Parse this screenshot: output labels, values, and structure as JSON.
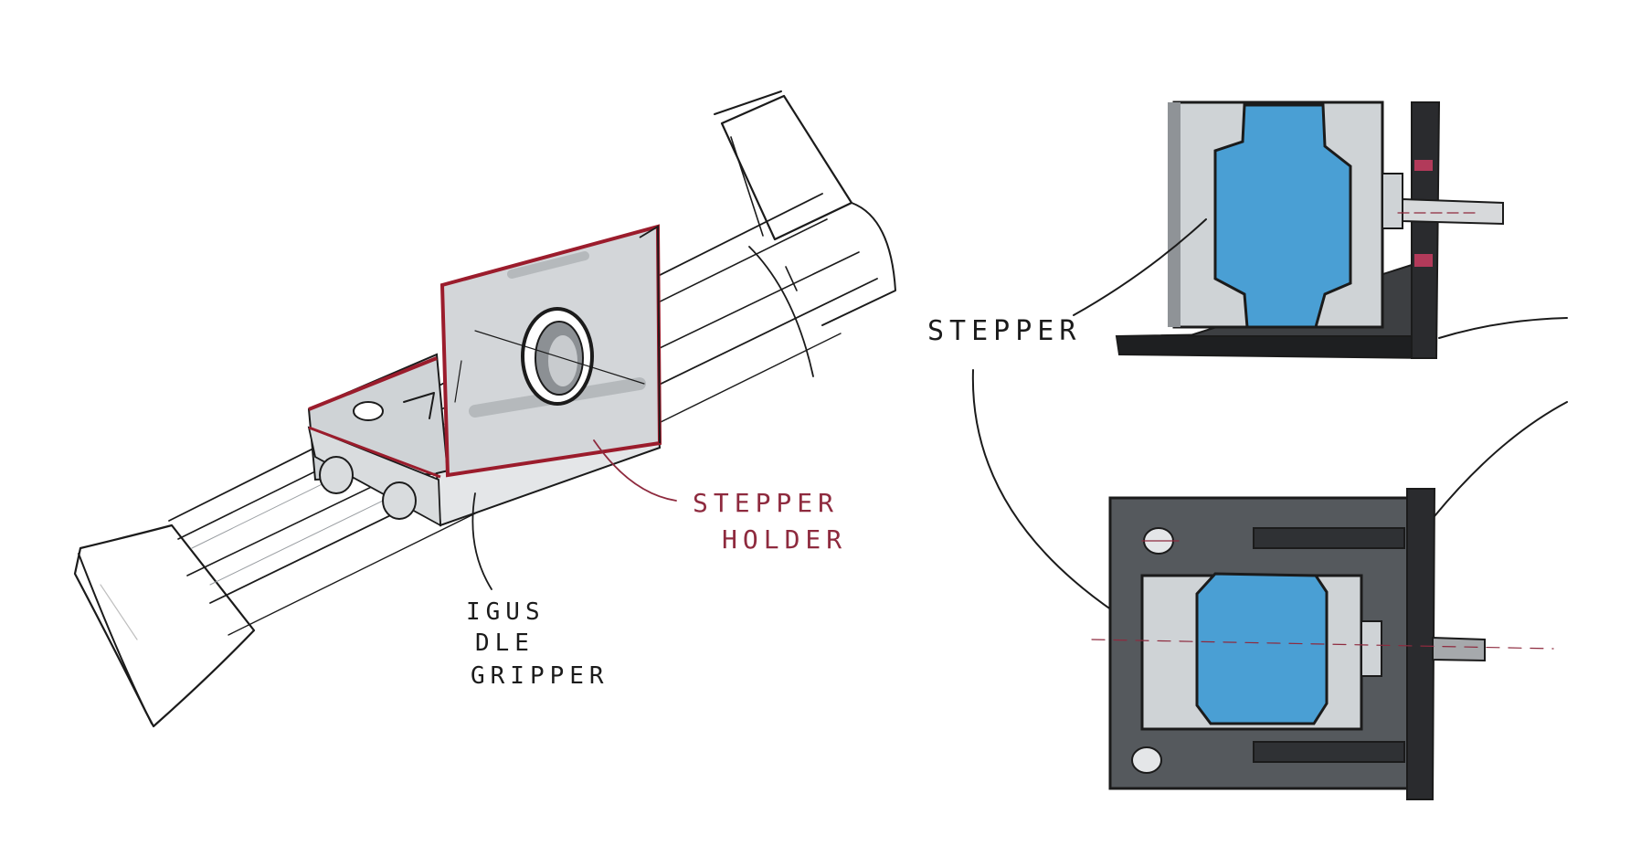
{
  "labels": {
    "stepper_holder_line1": "STEPPER",
    "stepper_holder_line2": "HOLDER",
    "gripper_line1": "IGUS",
    "gripper_line2": "DLE",
    "gripper_line3": "GRIPPER",
    "stepper": "STEPPER"
  },
  "colors": {
    "ink": "#1b1b1b",
    "red_marker": "#9b1c2c",
    "label_red": "#8e2a3e",
    "blue_marker": "#4a9fd4",
    "light_gray": "#cfd3d6",
    "mid_gray": "#9a9ea2",
    "dark_gray": "#55595d",
    "paper": "#ffffff"
  }
}
